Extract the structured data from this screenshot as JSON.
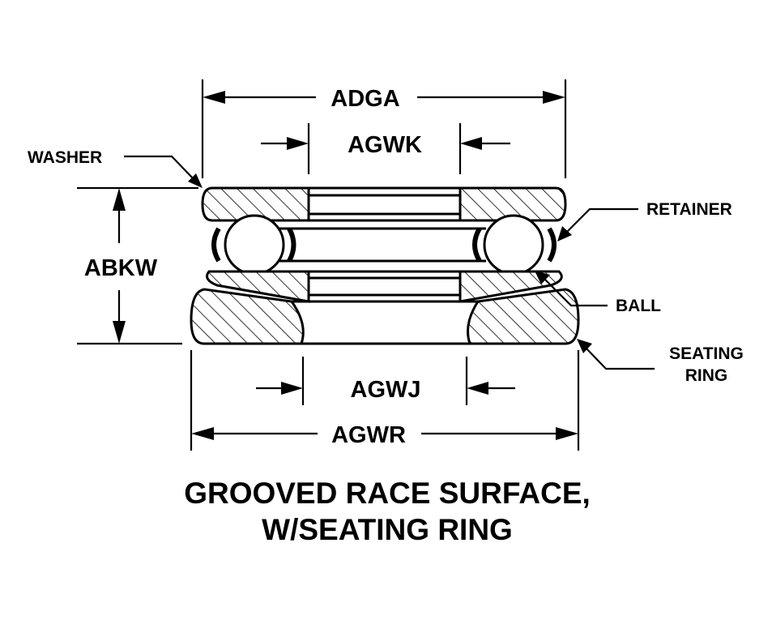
{
  "dimensions": {
    "outer_top_width": "ADGA",
    "inner_top_width": "AGWK",
    "overall_height": "ABKW",
    "inner_bottom_width": "AGWJ",
    "outer_bottom_width": "AGWR"
  },
  "callouts": {
    "washer": "WASHER",
    "retainer": "RETAINER",
    "ball": "BALL",
    "seating_ring_line1": "SEATING",
    "seating_ring_line2": "RING"
  },
  "caption": {
    "line1": "GROOVED RACE SURFACE,",
    "line2": "W/SEATING RING"
  }
}
